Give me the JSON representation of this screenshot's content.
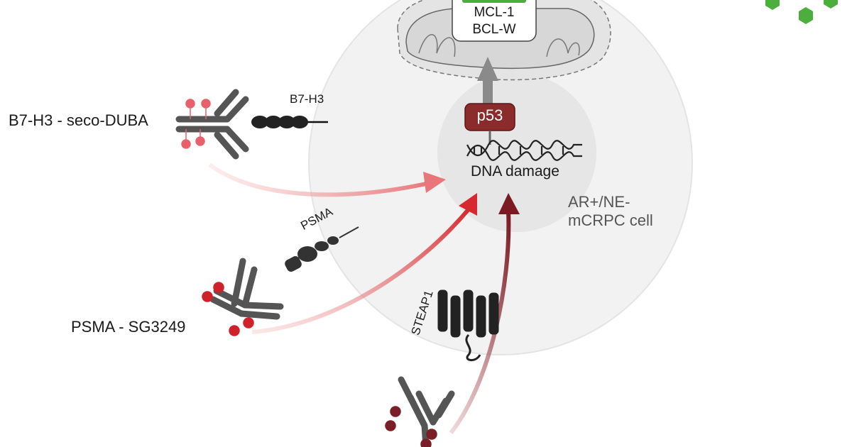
{
  "cell": {
    "label_line1": "AR+/NE-",
    "label_line2": "mCRPC cell"
  },
  "mito_box": {
    "line1": "MCL-1",
    "line2": "BCL-W"
  },
  "p53": {
    "label": "p53"
  },
  "dna": {
    "label": "DNA damage"
  },
  "adcs": [
    {
      "label": "B7-H3 - seco-DUBA",
      "receptor": "B7-H3"
    },
    {
      "label": "PSMA - SG3249",
      "receptor": "PSMA"
    },
    {
      "label": "",
      "receptor": "STEAP1"
    }
  ],
  "colors": {
    "cell_fill": "#f2f2f2",
    "nucleus_fill": "#e6e6e6",
    "antibody": "#555555",
    "payload_light": "#e8616a",
    "payload_mid": "#d0212a",
    "payload_dark": "#7a1e28",
    "p53": "#8b2b2b",
    "arrow_gray": "#8a8a8a",
    "decor_green": "#4cae3c"
  }
}
